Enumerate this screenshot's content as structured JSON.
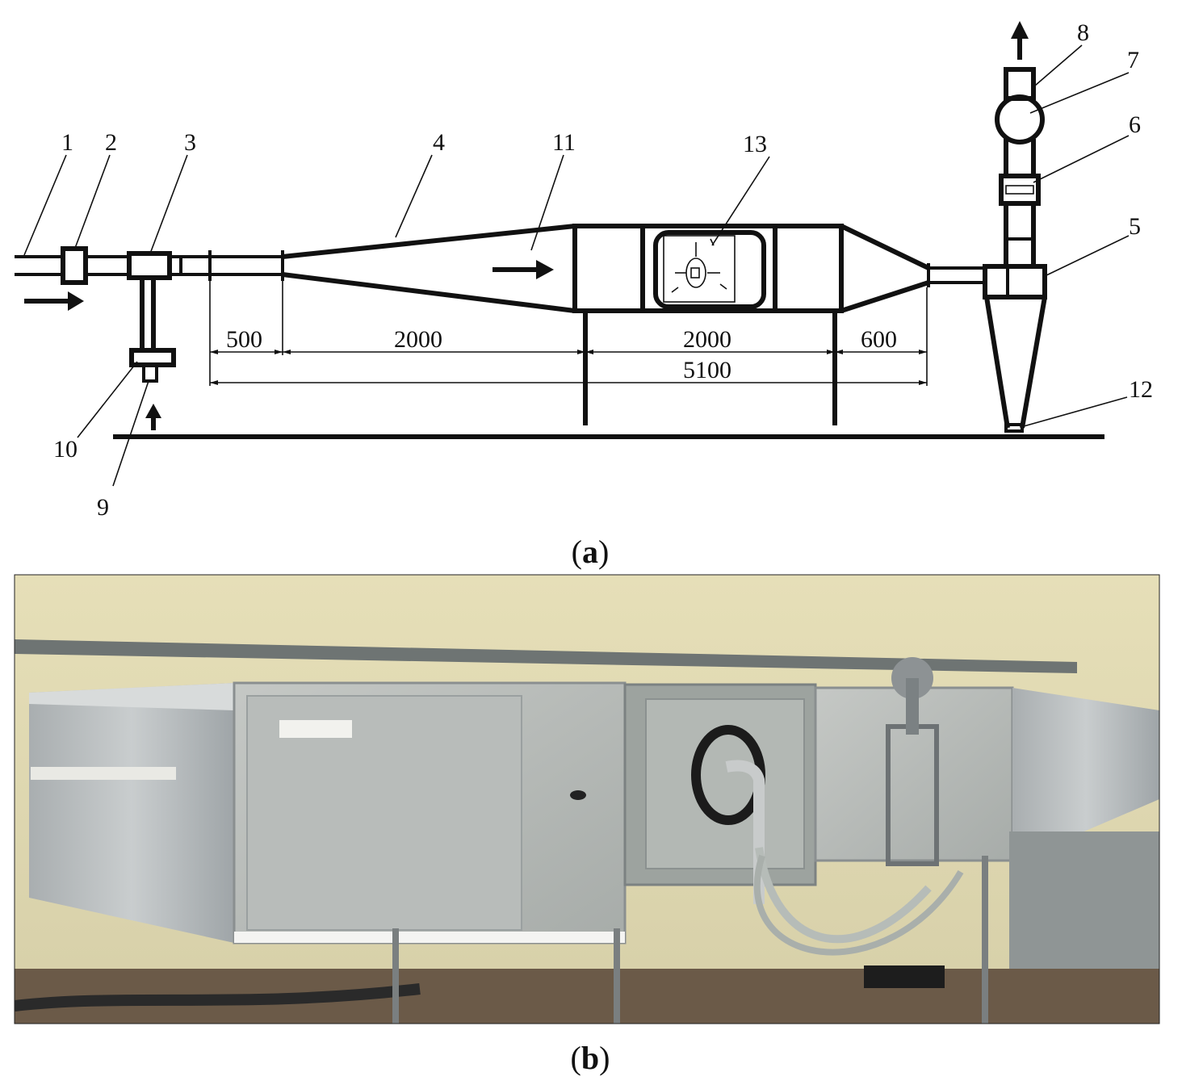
{
  "schematic": {
    "component_labels": [
      "1",
      "2",
      "3",
      "4",
      "11",
      "13",
      "8",
      "7",
      "6",
      "5",
      "12",
      "10",
      "9"
    ],
    "dimensions": [
      "500",
      "2000",
      "2000",
      "600",
      "5100"
    ]
  },
  "captions": {
    "a": {
      "open": "(",
      "letter": "a",
      "close": ")"
    },
    "b": {
      "open": "(",
      "letter": "b",
      "close": ")"
    }
  },
  "colors": {
    "line": "#111111",
    "wall": "#e2dcb4",
    "duct_metal": "#b7bcbe",
    "duct_shadow": "#8d9397",
    "floor": "#5a4a3a"
  }
}
